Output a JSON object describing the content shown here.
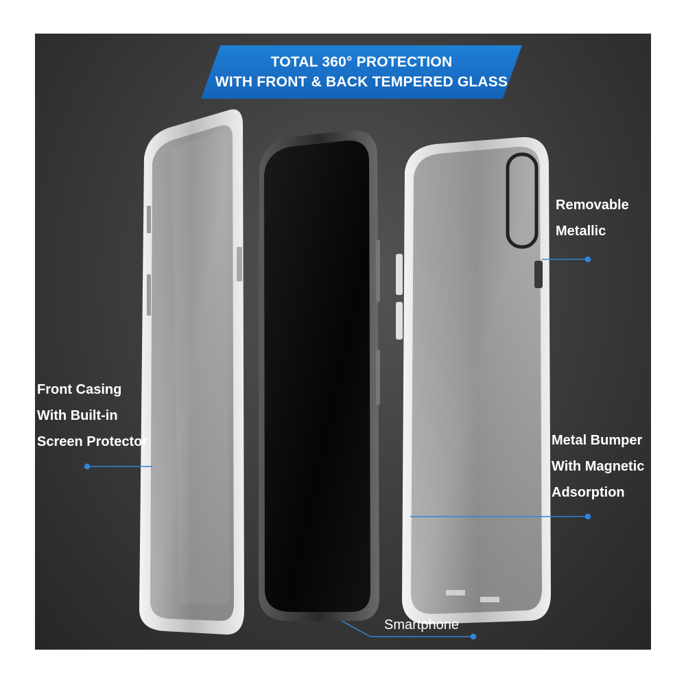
{
  "banner": {
    "line1": "TOTAL 360° PROTECTION",
    "line2": "WITH FRONT & BACK TEMPERED GLASS",
    "color": "#1b74cc"
  },
  "labels": {
    "front_casing": [
      "Front Casing",
      "With Built-in",
      "Screen Protector"
    ],
    "removable": [
      "Removable",
      "Metallic"
    ],
    "metal_bumper": [
      "Metal Bumper",
      "With Magnetic",
      "Adsorption"
    ],
    "smartphone": "Smartphone"
  },
  "colors": {
    "background": "#3a3a3a",
    "accent": "#2f86d8",
    "frame_silver": "#d9d9d9"
  }
}
